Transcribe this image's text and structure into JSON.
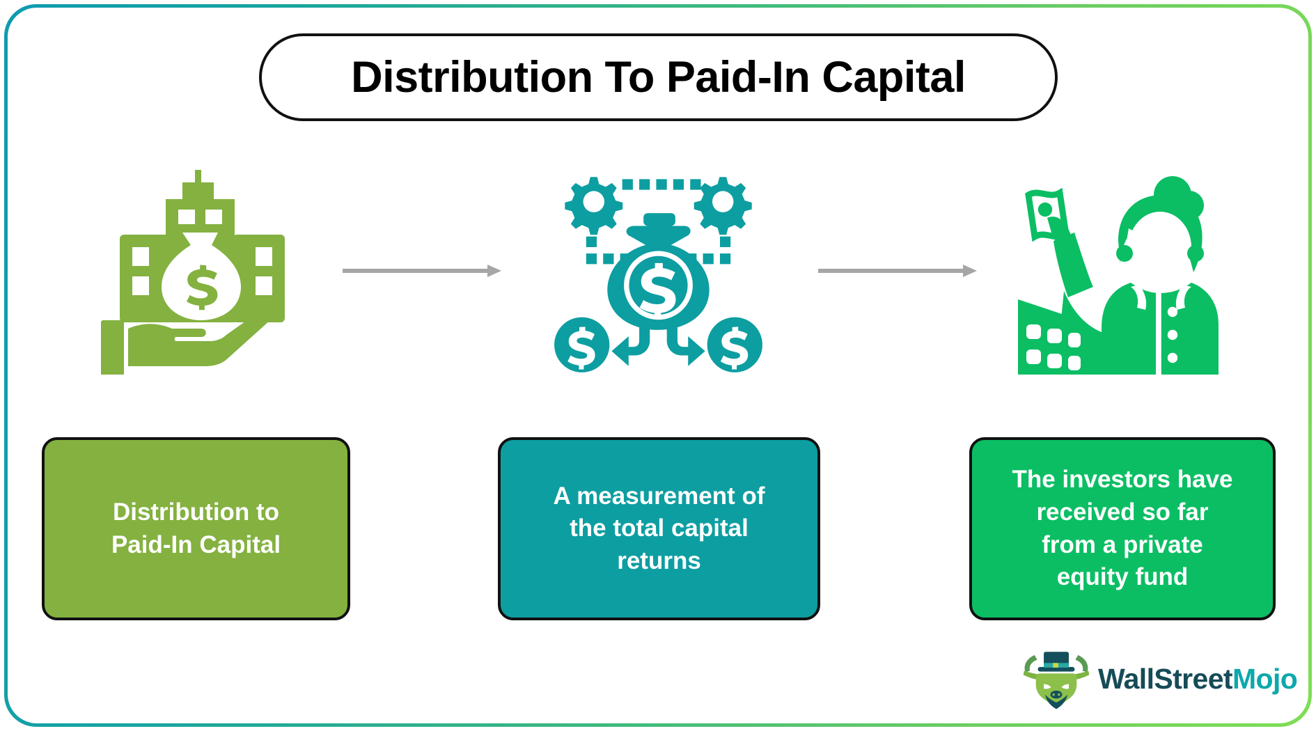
{
  "page": {
    "title": "Distribution To Paid-In Capital",
    "frame_gradient_start": "#0f9bb0",
    "frame_gradient_end": "#7ede54",
    "background": "#ffffff"
  },
  "flow": {
    "arrow_color": "#a6a6a6",
    "steps": [
      {
        "icon": "hand-holding-money-bag-with-buildings-icon",
        "icon_color": "#84b140",
        "box_label": "Distribution to\nPaid-In Capital",
        "box_color": "#84b140"
      },
      {
        "icon": "gears-money-bag-dollar-coins-icon",
        "icon_color": "#0d9ea1",
        "box_label": "A measurement of\nthe total capital\nreturns",
        "box_color": "#0d9ea1"
      },
      {
        "icon": "investor-woman-holding-banknote-with-building-icon",
        "icon_color": "#0bbe64",
        "box_label": "The investors have\nreceived so far\nfrom a private\nequity fund",
        "box_color": "#0bbe64"
      }
    ]
  },
  "logo": {
    "mark": "wallstreetmojo-bull-icon",
    "word_primary": "WallStreet",
    "word_accent": "Mojo",
    "primary_color": "#164b57",
    "accent_color": "#0da8ac"
  }
}
